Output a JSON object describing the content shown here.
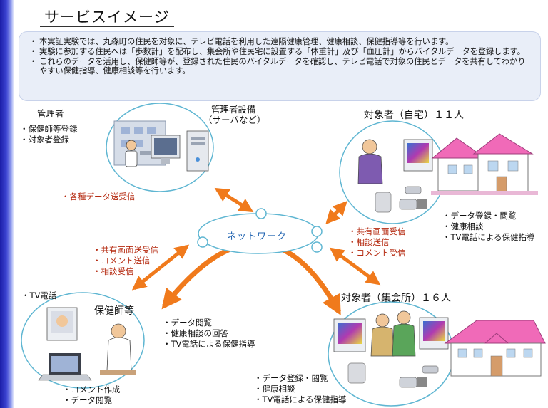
{
  "title": "サービスイメージ",
  "summary": [
    "本実証実験では、丸森町の住民を対象に、テレビ電話を利用した遠隔健康管理、健康相談、保健指導等を行います。",
    "実験に参加する住民へは「歩数計」を配布し、集会所や住民宅に設置する「体重計」及び「血圧計」からバイタルデータを登録します。",
    "これらのデータを活用し、保健師等が、登録された住民のバイタルデータを確認し、テレビ電話で対象の住民とデータを共有してわかりやすい保健指導、健康相談等を行います。"
  ],
  "admin": {
    "heading": "管理者",
    "items": [
      "保健師等登録",
      "対象者登録"
    ],
    "send_label": "・各種データ送受信"
  },
  "server": {
    "heading_line1": "管理者設備",
    "heading_line2": "（サーバなど）"
  },
  "home": {
    "heading": "対象者（自宅）１１人",
    "items": [
      "データ登録・閲覧",
      "健康相談",
      "TV電話による保健指導"
    ],
    "flows": [
      "共有画面受信",
      "相談送信",
      "コメント受信"
    ]
  },
  "network": {
    "label": "ネットワーク"
  },
  "nurse": {
    "heading": "保健師等",
    "tv_label": "TV電話",
    "flows": [
      "共有画面送受信",
      "コメント送信",
      "相談受信"
    ],
    "bottom_items": [
      "コメント作成",
      "データ閲覧"
    ],
    "right_items": [
      "データ閲覧",
      "健康相談の回答",
      "TV電話による保健指導"
    ]
  },
  "hall": {
    "heading": "対象者（集会所）１６人",
    "items": [
      "データ登録・閲覧",
      "健康相談",
      "TV電話による保健指導"
    ]
  },
  "colors": {
    "accent_orange": "#f07a1c",
    "ellipse_stroke": "#5fb6d2",
    "network_text": "#1e62b0",
    "flow_text": "#b52a10",
    "sidebar_blue": "#1b1ea8",
    "summary_bg": "#e9eef8",
    "roof_pink": "#f06ab8"
  },
  "icons": [
    "server-tower-icon",
    "monitor-icon",
    "person-at-computer-icon",
    "house-icon",
    "community-hall-icon",
    "tv-phone-icon",
    "laptop-icon",
    "scale-icon",
    "blood-pressure-monitor-icon",
    "pedometer-icon"
  ]
}
